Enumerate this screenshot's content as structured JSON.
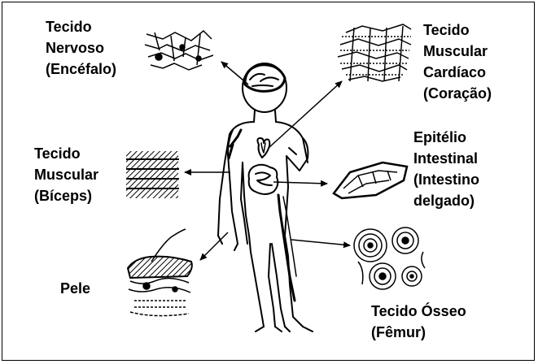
{
  "colors": {
    "ink": "#000000",
    "background": "#ffffff"
  },
  "labels": {
    "nervoso": [
      "Tecido",
      "Nervoso",
      "(Encéfalo)"
    ],
    "cardiaco": [
      "Tecido",
      "Muscular",
      "Cardíaco",
      "(Coração)"
    ],
    "biceps": [
      "Tecido",
      "Muscular",
      "(Bíceps)"
    ],
    "epitelio": [
      "Epitélio",
      "Intestinal",
      "(Intestino",
      "delgado)"
    ],
    "pele": [
      "Pele"
    ],
    "osseo": [
      "Tecido Ósseo",
      "(Fêmur)"
    ]
  },
  "icons": [
    "nerve-tissue-icon",
    "cardiac-muscle-icon",
    "skeletal-muscle-icon",
    "intestinal-epithelium-icon",
    "skin-icon",
    "bone-tissue-icon",
    "human-body-outline"
  ]
}
